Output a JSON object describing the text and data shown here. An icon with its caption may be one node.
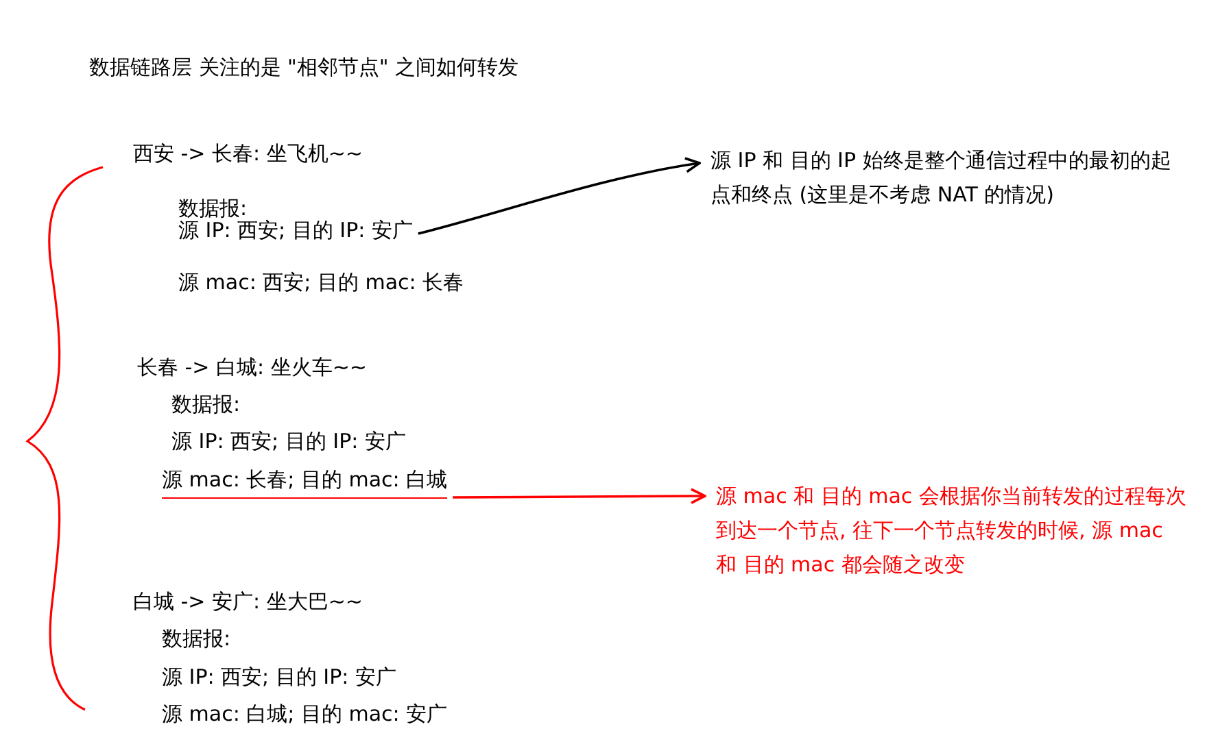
{
  "diagram": {
    "title": "数据链路层 关注的是 \"相邻节点\" 之间如何转发",
    "nodes": [
      {
        "text": [
          "源 IP 和 目的 IP 始终是整个通信过程中的最初的起点和终点 (这里是不考虑 NAT 的情况)"
        ]
      },
      {
        "text": [
          "源 IP: 西安;  目的 IP: 安广"
        ]
      },
      {
        "text": [
          "源 mac: 长春; 目的 mac: 白城"
        ]
      },
      {
        "text": [
          "源 mac 和 目的 mac 会根据你当前转发的过程每次到达一个节点, 往下一个节点转发的时候, 源 mac 和 目的 mac 都会随之改变"
        ]
      }
    ],
    "edges": [
      {
        "from": 1,
        "to": 0,
        "arrow": "to"
      },
      {
        "from": 2,
        "to": 3,
        "arrow": "to",
        "color": "#ff0000"
      }
    ],
    "labels": [
      "西安 -> 长春: 坐飞机~~",
      "数据报:",
      "源 mac: 西安; 目的 mac: 长春",
      "长春 -> 白城: 坐火车~~",
      "数据报:",
      "源 IP: 西安; 目的 IP: 安广",
      "白城 -> 安广: 坐大巴~~",
      "数据报:",
      "源 IP: 西安; 目的 IP: 安广",
      "源 mac: 白城; 目的 mac: 安广"
    ]
  }
}
